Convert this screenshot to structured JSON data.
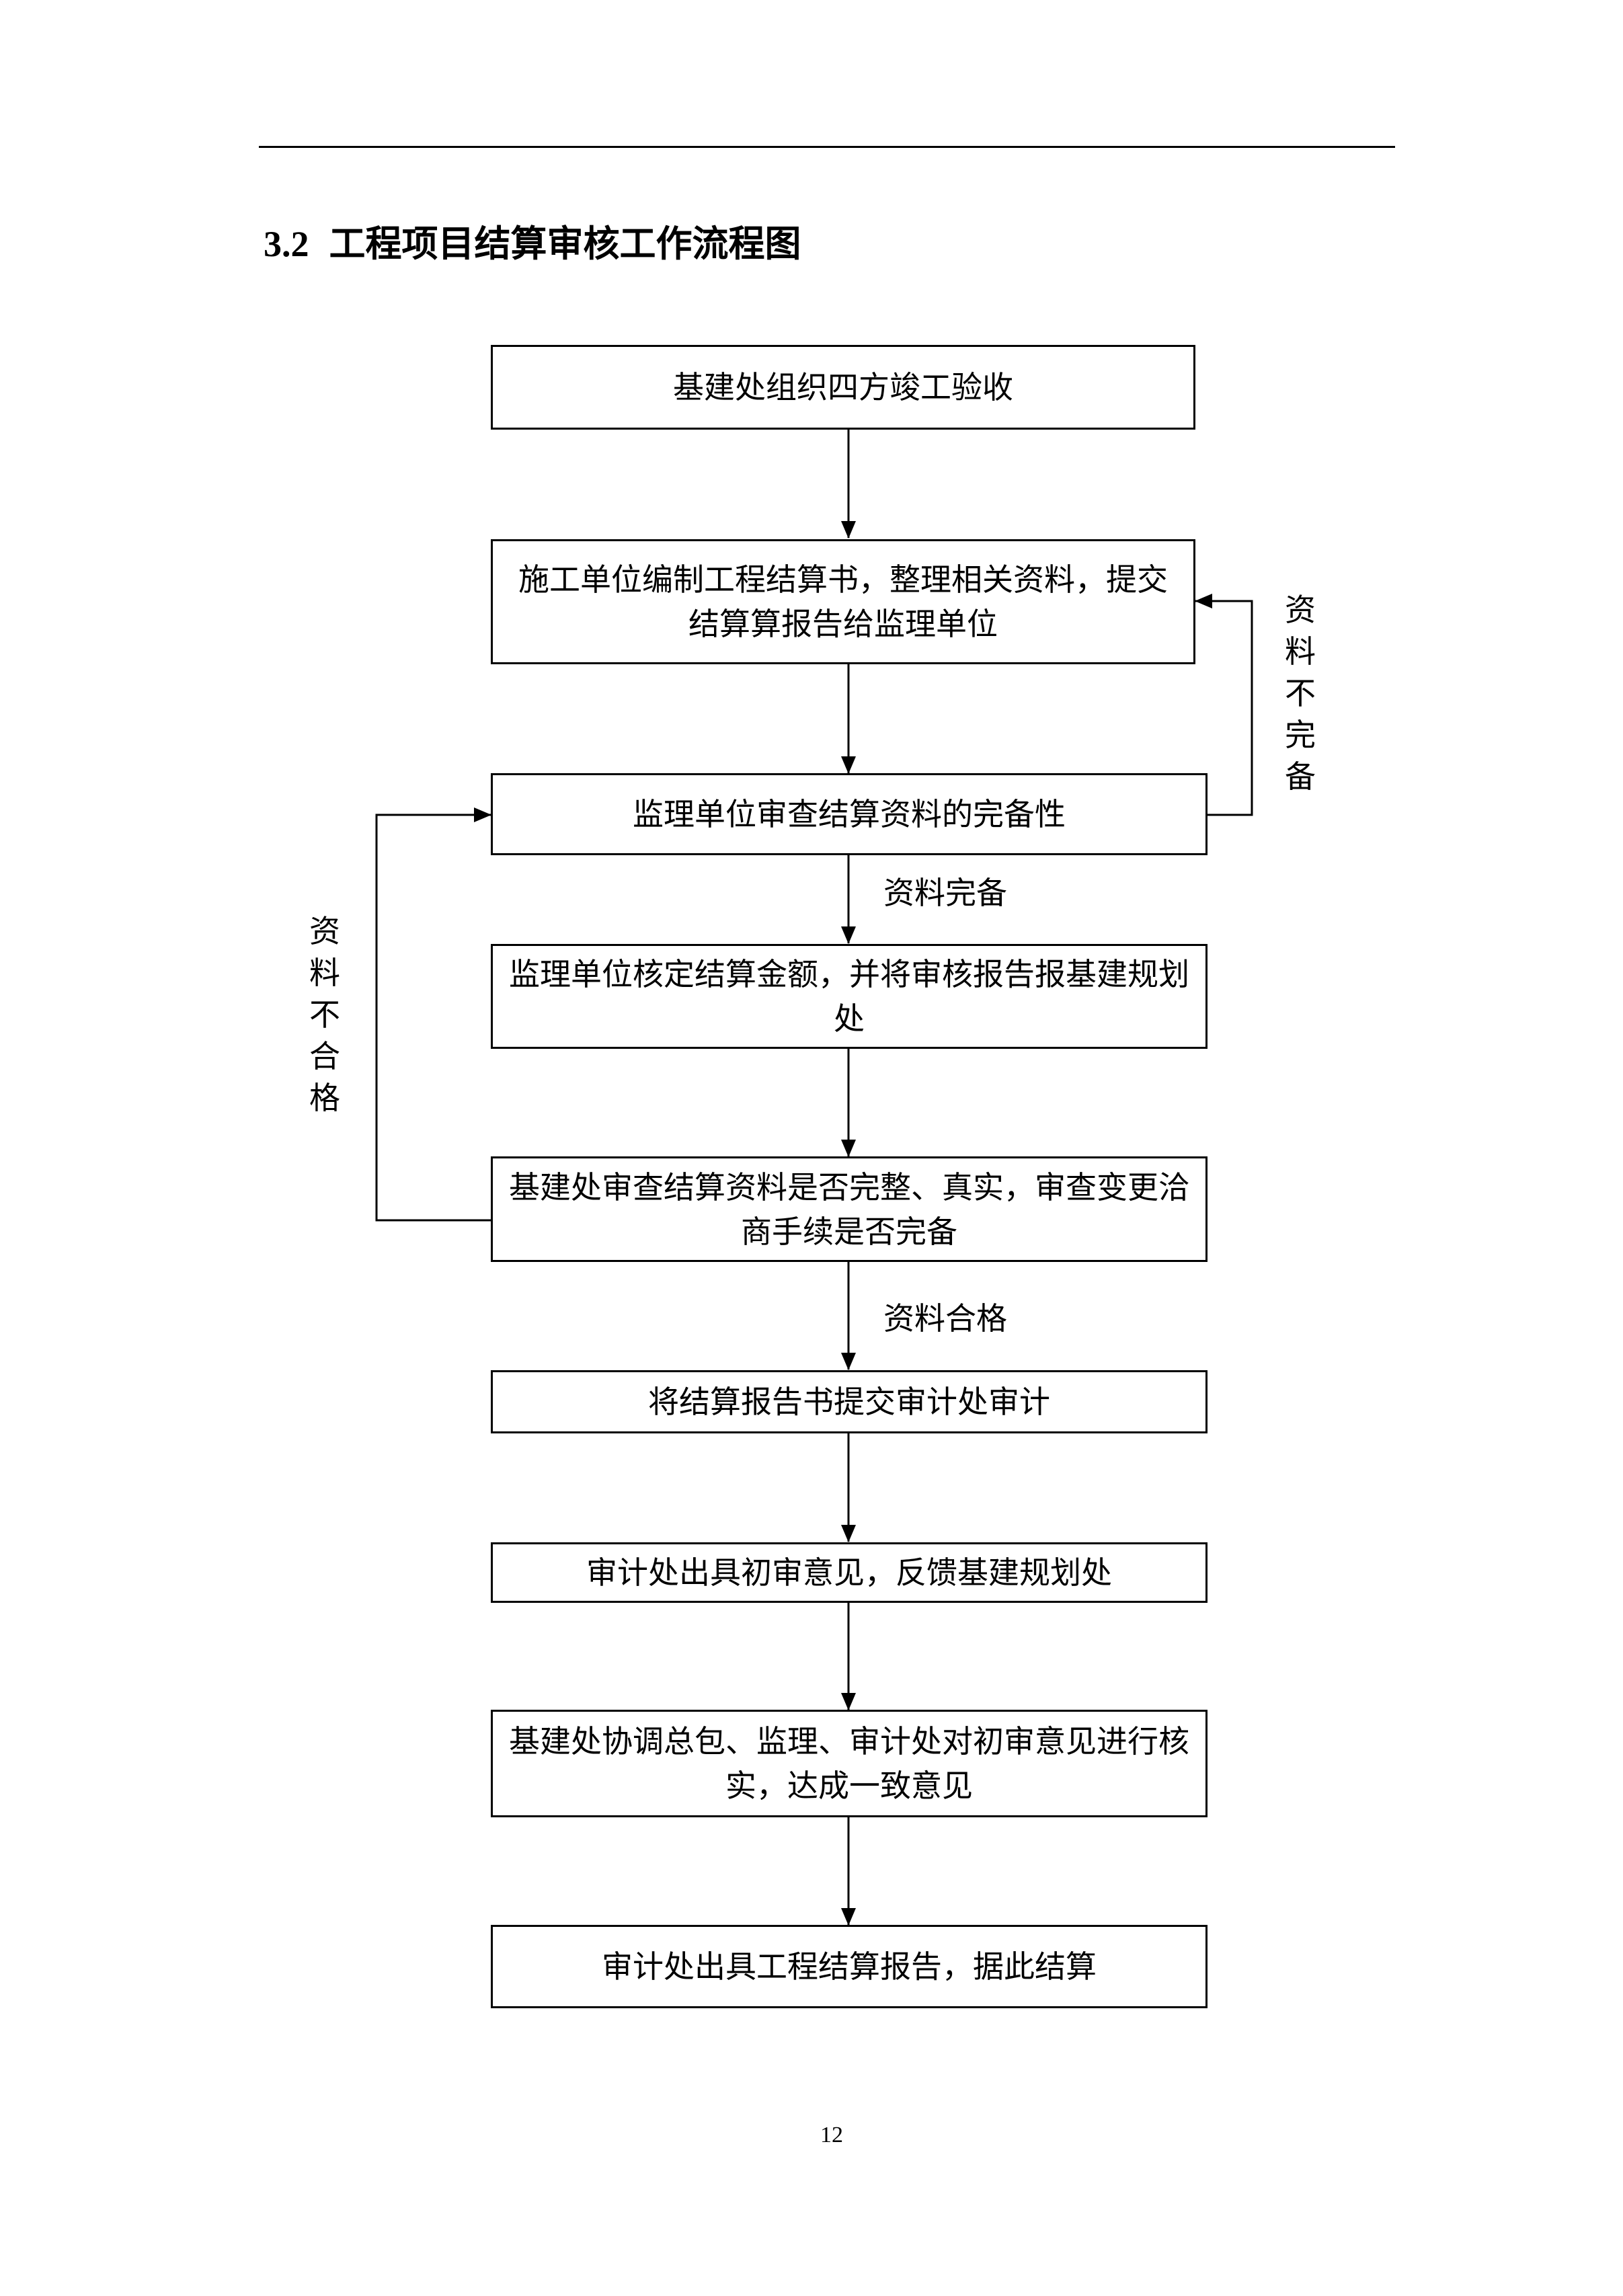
{
  "section": {
    "number": "3.2",
    "title": "工程项目结算审核工作流程图"
  },
  "flow": {
    "steps": [
      "基建处组织四方竣工验收",
      "施工单位编制工程结算书，整理相关资料，提交结算算报告给监理单位",
      "监理单位审查结算资料的完备性",
      "监理单位核定结算金额，并将审核报告报基建规划处",
      "基建处审查结算资料是否完整、真实，审查变更洽商手续是否完备",
      "将结算报告书提交审计处审计",
      "审计处出具初审意见，反馈基建规划处",
      "基建处协调总包、监理、审计处对初审意见进行核实，达成一致意见",
      "审计处出具工程结算报告，据此结算"
    ],
    "labels": {
      "complete": "资料完备",
      "qualified": "资料合格",
      "incomplete": "资料不完备",
      "unqualified": "资料不合格"
    }
  },
  "page_number": "12"
}
